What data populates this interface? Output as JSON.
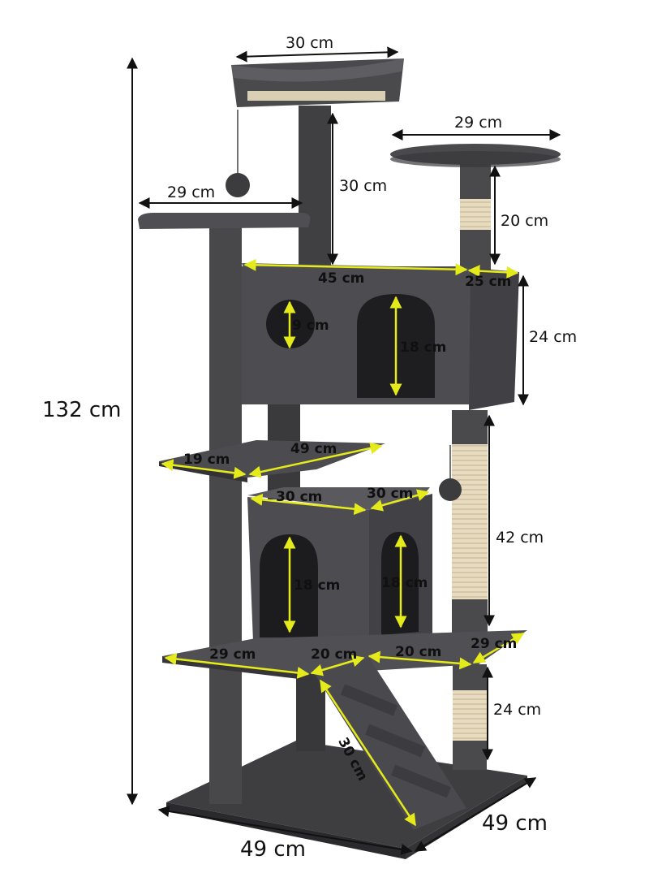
{
  "product": {
    "fur_color": "#4a4a4d",
    "fur_dark": "#2f2f32",
    "fur_light": "#5c5c60",
    "sisal_color": "#e8dcc0",
    "marker_color": "#e5ea1a",
    "line_color": "#111111"
  },
  "dimensions": {
    "total_height": "132 cm",
    "top_perch_width": "30 cm",
    "top_post_height": "30 cm",
    "right_perch_width": "29 cm",
    "right_post_height": "20 cm",
    "left_perch_width": "29 cm",
    "upper_condo_width": "45 cm",
    "upper_condo_depth": "25 cm",
    "upper_condo_height": "24 cm",
    "round_hole": "9 cm",
    "upper_door": "18 cm",
    "mid_shelf_depth": "19 cm",
    "mid_shelf_width": "49 cm",
    "lower_condo_width": "30 cm",
    "lower_condo_depth": "30 cm",
    "lower_door_left": "18 cm",
    "lower_door_right": "18 cm",
    "middle_post_height": "42 cm",
    "platform_left": "29 cm",
    "platform_inner_left": "20 cm",
    "platform_inner_right": "20 cm",
    "platform_right": "29 cm",
    "ramp_length": "30 cm",
    "bottom_post_height": "24 cm",
    "base_width": "49 cm",
    "base_depth": "49 cm"
  }
}
